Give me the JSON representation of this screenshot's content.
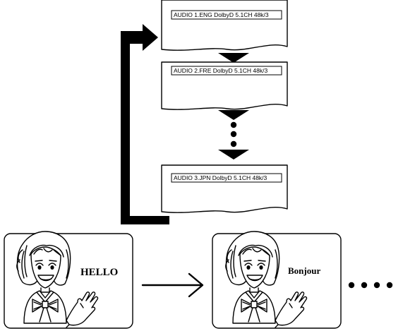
{
  "screens": [
    {
      "audio_text": "AUDIO 1.ENG DolbyD 5.1CH 48k/3"
    },
    {
      "audio_text": "AUDIO 2.FRE DolbyD 5.1CH 48k/3"
    },
    {
      "audio_text": "AUDIO 3.JPN DolbyD 5.1CH 48k/3"
    }
  ],
  "panels": [
    {
      "speech": "HELLO"
    },
    {
      "speech": "Bonjour"
    }
  ],
  "icons": {
    "cycle_arrow": "loop-arrow-icon",
    "down_arrow": "down-triangle-icon",
    "continuation_dots": "ellipsis-dots-icon",
    "transition_arrow": "right-arrow-icon",
    "character": "girl-character-icon"
  }
}
